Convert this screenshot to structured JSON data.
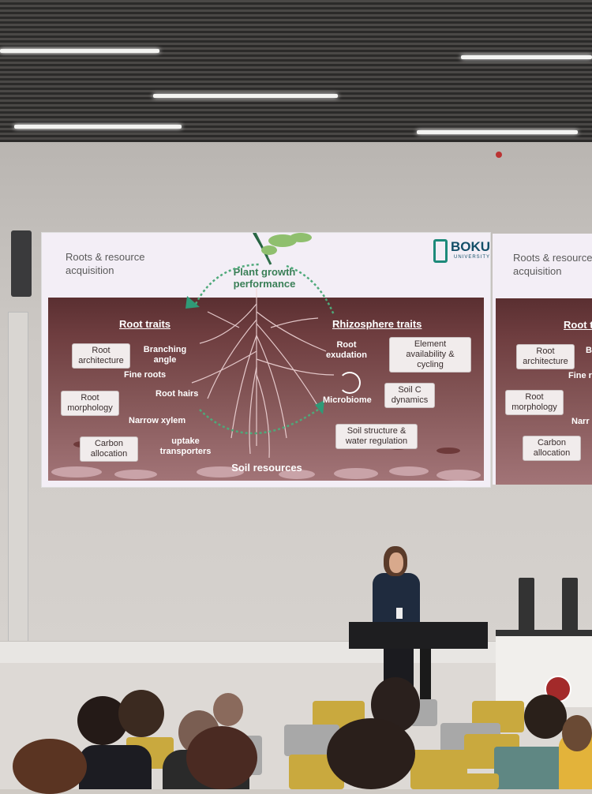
{
  "slide": {
    "title_line1": "Roots & resource",
    "title_line2": "acquisition",
    "logo_main": "BOKU",
    "logo_sub": "UNIVERSITY",
    "plant_label_line1": "Plant growth",
    "plant_label_line2": "performance",
    "root_traits_heading": "Root traits",
    "rhizosphere_heading": "Rhizosphere traits",
    "soil_resources": "Soil resources",
    "boxes": {
      "root_architecture": "Root architecture",
      "root_morphology": "Root morphology",
      "carbon_allocation": "Carbon allocation",
      "element_availability": "Element availability & cycling",
      "soil_c_dynamics": "Soil C dynamics",
      "soil_structure": "Soil structure & water regulation"
    },
    "labels": {
      "branching_angle": "Branching angle",
      "fine_roots": "Fine roots",
      "root_hairs": "Root hairs",
      "narrow_xylem": "Narrow xylem",
      "uptake_transporters": "uptake transporters",
      "root_exudation": "Root exudation",
      "microbiome": "Microbiome"
    }
  },
  "slide_partial": {
    "title_line1": "Roots & resource",
    "title_line2": "acquisition",
    "heading_partial": "Root t",
    "box_root_architecture": "Root architecture",
    "fine_roots_partial": "Fine r",
    "box_root_morphology": "Root morphology",
    "narrow_partial": "Narr",
    "box_carbon_allocation": "Carbon allocation",
    "b_partial": "B"
  },
  "colors": {
    "soil_top": "#5e3434",
    "soil_mid": "#8a5a5c",
    "accent_green": "#2f9a77",
    "slide_bg": "#f3eef6"
  }
}
